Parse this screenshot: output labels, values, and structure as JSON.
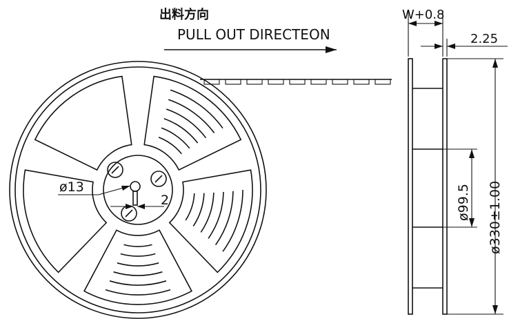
{
  "header": {
    "direction_cn": "出料方向",
    "direction_en": "PULL OUT DIRECTEON"
  },
  "dimensions": {
    "hub_hole": "ø13",
    "slot_width": "2",
    "width": "W+0.8",
    "flange_thickness": "2.25",
    "hub_diameter": "ø99.5",
    "reel_diameter": "ø330±1.00"
  },
  "colors": {
    "line": "#111111",
    "background": "#ffffff"
  }
}
